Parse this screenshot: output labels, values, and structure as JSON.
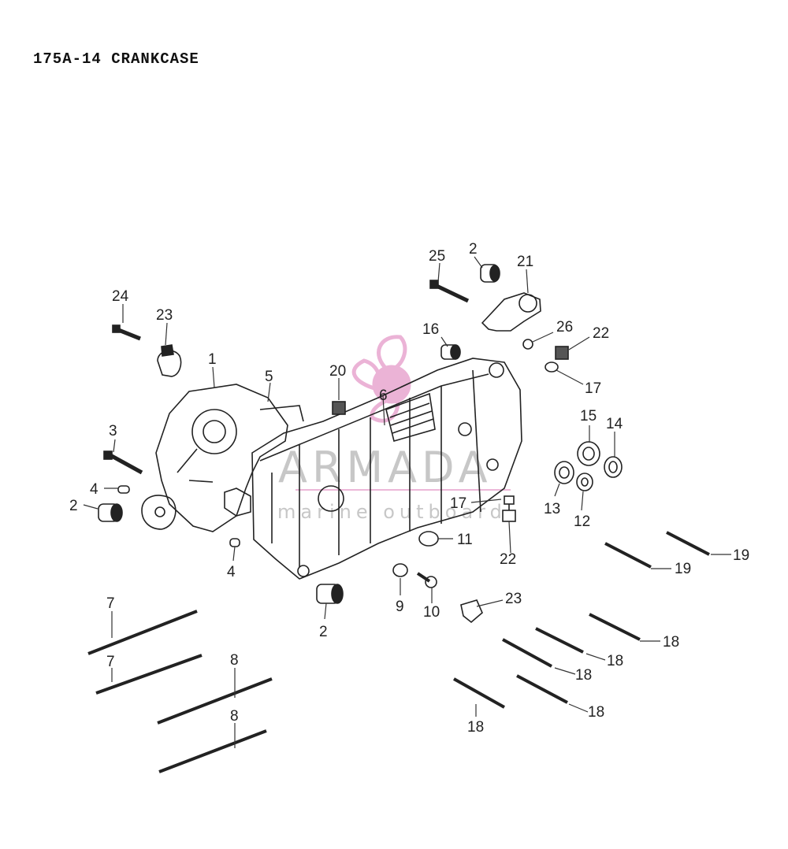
{
  "title": "175A-14  CRANKCASE",
  "watermark": {
    "brand": "ARMADA",
    "tagline": "marine outboard",
    "logo": "propeller-logo",
    "color": "#e8a6cf"
  },
  "callouts": {
    "c1": "1",
    "c2a": "2",
    "c2b": "2",
    "c2c": "2",
    "c3": "3",
    "c4a": "4",
    "c4b": "4",
    "c5": "5",
    "c6": "6",
    "c7a": "7",
    "c7b": "7",
    "c8a": "8",
    "c8b": "8",
    "c9": "9",
    "c10": "10",
    "c11": "11",
    "c12": "12",
    "c13": "13",
    "c14": "14",
    "c15": "15",
    "c16": "16",
    "c17a": "17",
    "c17b": "17",
    "c18a": "18",
    "c18b": "18",
    "c18c": "18",
    "c18d": "18",
    "c18e": "18",
    "c19a": "19",
    "c19b": "19",
    "c20": "20",
    "c21": "21",
    "c22a": "22",
    "c22b": "22",
    "c23a": "23",
    "c23b": "23",
    "c24": "24",
    "c25": "25",
    "c26": "26"
  }
}
